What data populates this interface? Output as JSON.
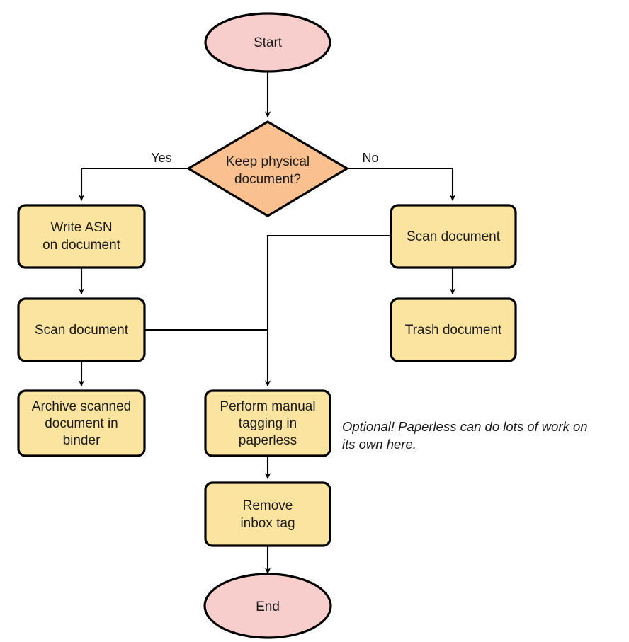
{
  "diagram": {
    "title": "Paperless document handling flowchart",
    "type": "flowchart",
    "colors": {
      "terminator_fill": "#f8cecc",
      "process_fill": "#fbe3a0",
      "decision_fill": "#fac090",
      "stroke": "#000000",
      "text": "#1a1a1a",
      "background": "#ffffff"
    },
    "nodes": [
      {
        "id": "start",
        "shape": "ellipse",
        "label": "Start",
        "lines": [
          "Start"
        ]
      },
      {
        "id": "decision",
        "shape": "diamond",
        "label": "Keep physical document?",
        "lines": [
          "Keep physical",
          "document?"
        ]
      },
      {
        "id": "write_asn",
        "shape": "process",
        "label": "Write ASN on document",
        "lines": [
          "Write ASN",
          "on document"
        ]
      },
      {
        "id": "scan_left",
        "shape": "process",
        "label": "Scan document",
        "lines": [
          "Scan document"
        ]
      },
      {
        "id": "archive",
        "shape": "process",
        "label": "Archive scanned document in binder",
        "lines": [
          "Archive scanned",
          "document in",
          "binder"
        ]
      },
      {
        "id": "scan_right",
        "shape": "process",
        "label": "Scan document",
        "lines": [
          "Scan document"
        ]
      },
      {
        "id": "trash",
        "shape": "process",
        "label": "Trash document",
        "lines": [
          "Trash document"
        ]
      },
      {
        "id": "manual_tag",
        "shape": "process",
        "label": "Perform manual tagging in paperless",
        "lines": [
          "Perform manual",
          "tagging in",
          "paperless"
        ]
      },
      {
        "id": "remove_inbox",
        "shape": "process",
        "label": "Remove inbox tag",
        "lines": [
          "Remove",
          "inbox tag"
        ]
      },
      {
        "id": "end",
        "shape": "ellipse",
        "label": "End",
        "lines": [
          "End"
        ]
      }
    ],
    "edges": [
      {
        "id": "e-start-decision",
        "from": "start",
        "to": "decision",
        "label": ""
      },
      {
        "id": "e-decision-yes",
        "from": "decision",
        "to": "write_asn",
        "label": "Yes"
      },
      {
        "id": "e-decision-no",
        "from": "decision",
        "to": "scan_right",
        "label": "No"
      },
      {
        "id": "e-asn-scanleft",
        "from": "write_asn",
        "to": "scan_left",
        "label": ""
      },
      {
        "id": "e-scanleft-archive",
        "from": "scan_left",
        "to": "archive",
        "label": ""
      },
      {
        "id": "e-scanleft-tag",
        "from": "scan_left",
        "to": "manual_tag",
        "label": ""
      },
      {
        "id": "e-scanright-trash",
        "from": "scan_right",
        "to": "trash",
        "label": ""
      },
      {
        "id": "e-scanright-tag",
        "from": "scan_right",
        "to": "manual_tag",
        "label": ""
      },
      {
        "id": "e-tag-remove",
        "from": "manual_tag",
        "to": "remove_inbox",
        "label": ""
      },
      {
        "id": "e-remove-end",
        "from": "remove_inbox",
        "to": "end",
        "label": ""
      }
    ],
    "edge_labels": {
      "yes": "Yes",
      "no": "No"
    },
    "annotation": {
      "id": "optional-note",
      "lines": [
        "Optional! Paperless can do lots of work on",
        "its own here."
      ],
      "line1": "Optional! Paperless can do lots of work on",
      "line2": "its own here."
    },
    "node_text": {
      "start": "Start",
      "decision_l1": "Keep physical",
      "decision_l2": "document?",
      "write_asn_l1": "Write ASN",
      "write_asn_l2": "on document",
      "scan_left": "Scan document",
      "archive_l1": "Archive scanned",
      "archive_l2": "document in",
      "archive_l3": "binder",
      "scan_right": "Scan document",
      "trash": "Trash document",
      "manual_tag_l1": "Perform manual",
      "manual_tag_l2": "tagging in",
      "manual_tag_l3": "paperless",
      "remove_inbox_l1": "Remove",
      "remove_inbox_l2": "inbox tag",
      "end": "End"
    }
  }
}
